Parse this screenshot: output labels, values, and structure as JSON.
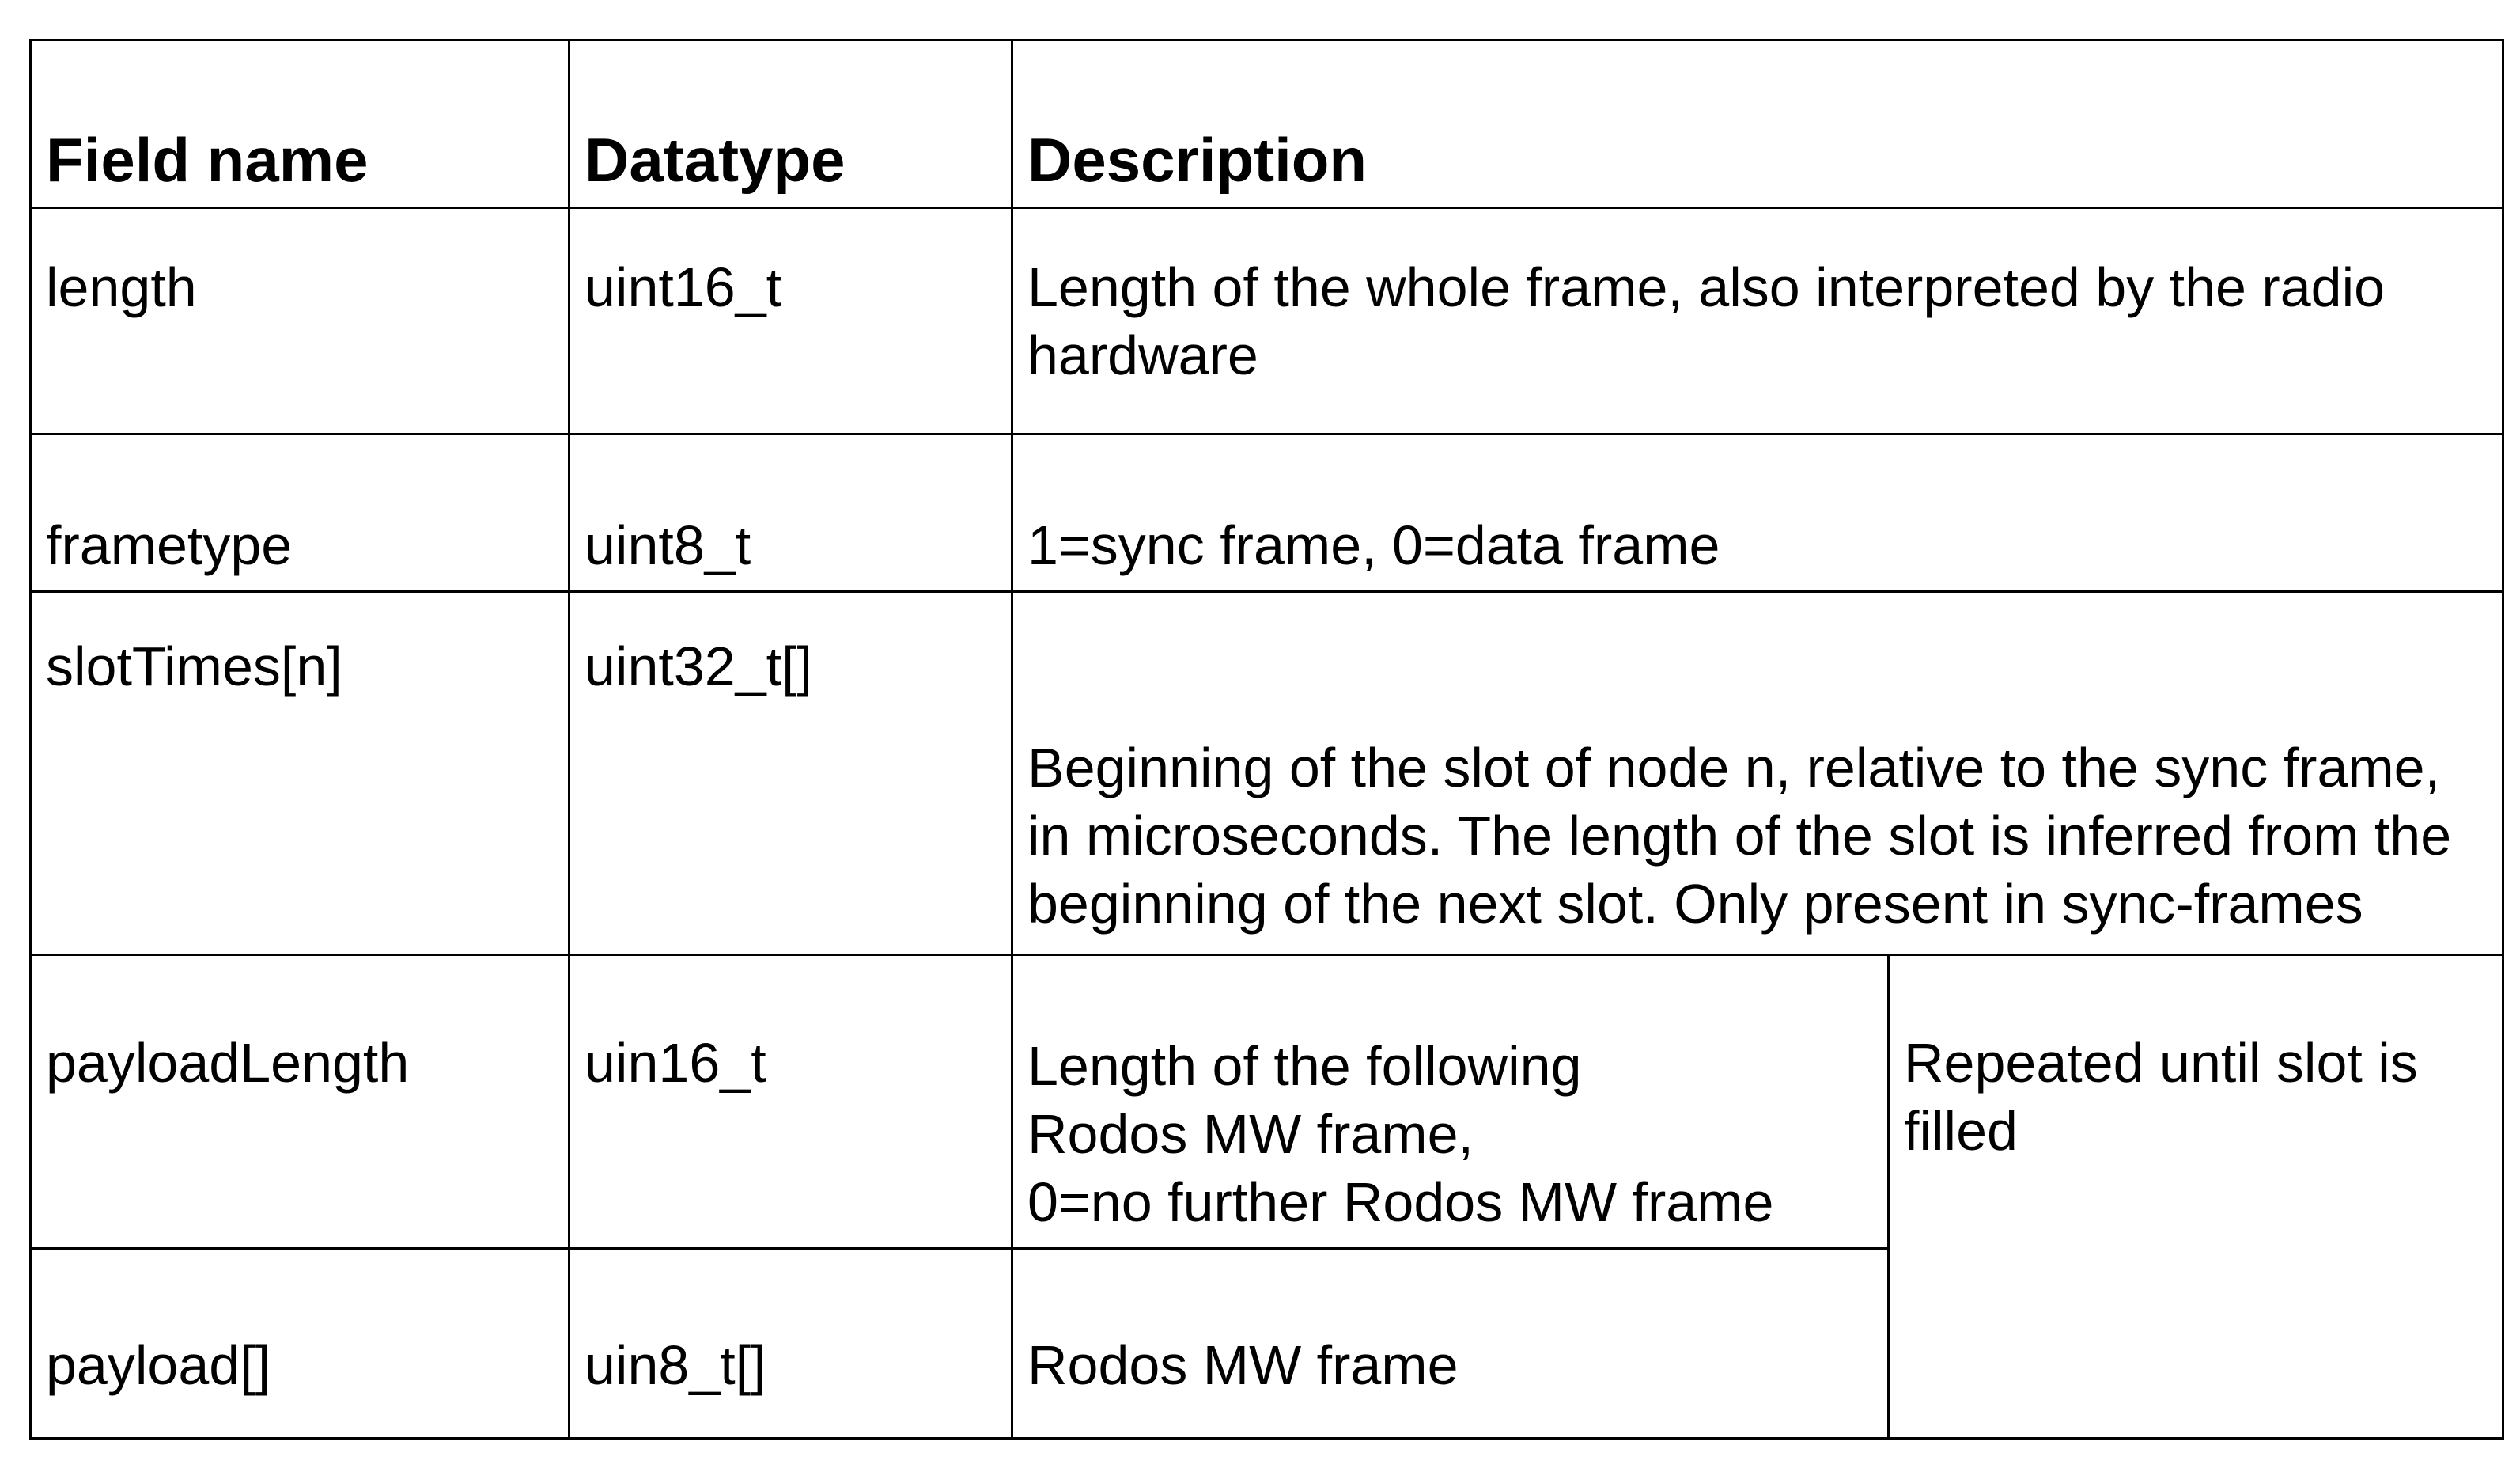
{
  "table": {
    "headers": {
      "field": "Field name",
      "datatype": "Datatype",
      "description": "Description"
    },
    "rows": [
      {
        "field": "length",
        "datatype": "uint16_t",
        "description": "Length of the whole frame, also interpreted by the radio hardware"
      },
      {
        "field": "frametype",
        "datatype": "uint8_t",
        "description": "1=sync frame, 0=data frame"
      },
      {
        "field": "slotTimes[n]",
        "datatype": "uint32_t[]",
        "description": "Beginning of the slot of node n, relative to the sync frame, in microseconds. The length of the slot is inferred from the beginning of the next slot. Only present in sync-frames"
      },
      {
        "field": "payloadLength",
        "datatype": "uin16_t",
        "description_lines": [
          "Length of the following",
          "Rodos MW frame,",
          "0=no further Rodos MW frame"
        ]
      },
      {
        "field": "payload[]",
        "datatype": "uin8_t[]",
        "description": "Rodos MW frame"
      }
    ],
    "repeat_note": "Repeated until slot is filled"
  }
}
